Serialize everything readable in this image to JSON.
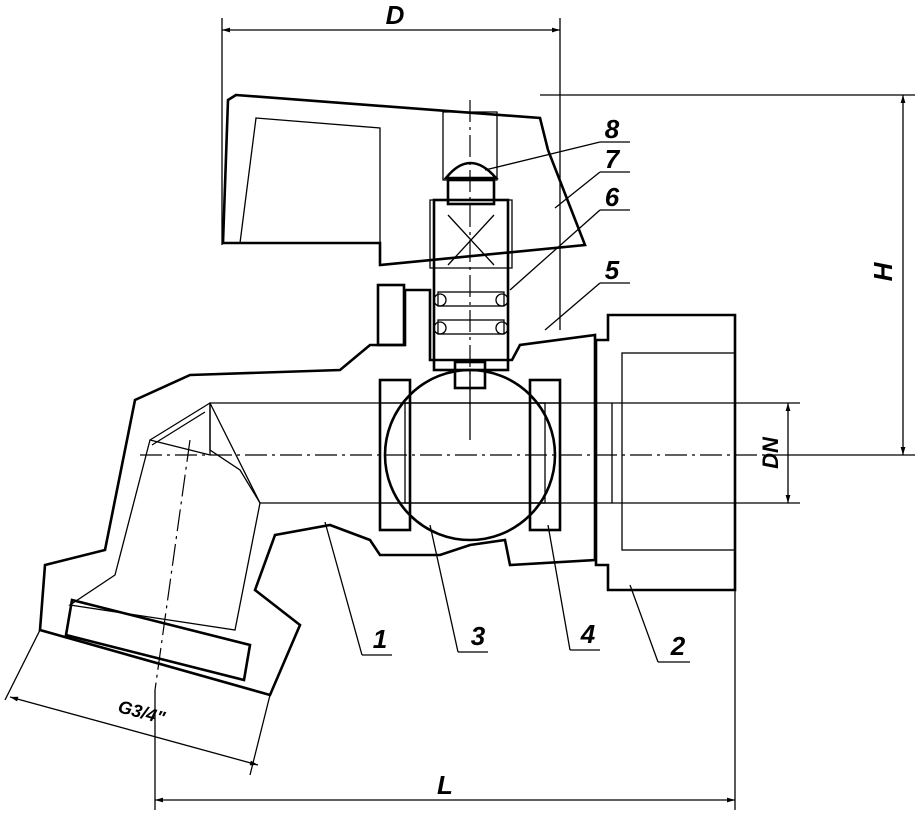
{
  "dimensions": {
    "D": "D",
    "H": "H",
    "DN": "DN",
    "L": "L",
    "thread": "G3/4\""
  },
  "parts": [
    {
      "number": "1"
    },
    {
      "number": "2"
    },
    {
      "number": "3"
    },
    {
      "number": "4"
    },
    {
      "number": "5"
    },
    {
      "number": "6"
    },
    {
      "number": "7"
    },
    {
      "number": "8"
    }
  ]
}
